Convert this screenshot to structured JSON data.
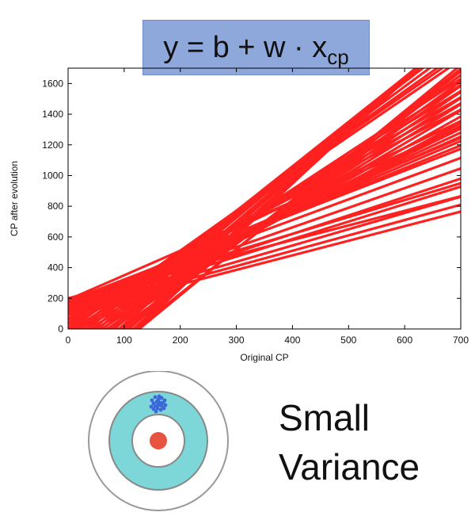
{
  "formula": {
    "main": "y = b + w · x",
    "subscript": "cp"
  },
  "chart_data": {
    "type": "line",
    "xlabel": "Original CP",
    "ylabel": "CP after evolution",
    "xlim": [
      0,
      700
    ],
    "ylim": [
      0,
      1700
    ],
    "x_ticks": [
      0,
      100,
      200,
      300,
      400,
      500,
      600,
      700
    ],
    "y_ticks": [
      0,
      200,
      400,
      600,
      800,
      1000,
      1200,
      1400,
      1600
    ],
    "line_color": "#ff2020",
    "grid": false,
    "series": [
      {
        "b": 5,
        "w": 2.5
      },
      {
        "b": 0,
        "w": 2.55
      },
      {
        "b": -10,
        "w": 2.6
      },
      {
        "b": -40,
        "w": 2.7
      },
      {
        "b": -70,
        "w": 2.8
      },
      {
        "b": -100,
        "w": 2.9
      },
      {
        "b": -130,
        "w": 2.95
      },
      {
        "b": -160,
        "w": 3.0
      },
      {
        "b": -190,
        "w": 3.05
      },
      {
        "b": -230,
        "w": 3.1
      },
      {
        "b": -260,
        "w": 3.15
      },
      {
        "b": -290,
        "w": 3.2
      },
      {
        "b": -330,
        "w": 3.25
      },
      {
        "b": -360,
        "w": 3.3
      },
      {
        "b": -390,
        "w": 3.35
      },
      {
        "b": -420,
        "w": 3.42
      },
      {
        "b": -300,
        "w": 2.85
      },
      {
        "b": -270,
        "w": 2.75
      },
      {
        "b": -240,
        "w": 2.65
      },
      {
        "b": -200,
        "w": 2.55
      },
      {
        "b": -170,
        "w": 2.45
      },
      {
        "b": -140,
        "w": 2.35
      },
      {
        "b": -110,
        "w": 2.25
      },
      {
        "b": -80,
        "w": 2.15
      },
      {
        "b": -50,
        "w": 2.05
      },
      {
        "b": -20,
        "w": 1.95
      },
      {
        "b": 30,
        "w": 1.85
      },
      {
        "b": 60,
        "w": 1.78
      },
      {
        "b": 90,
        "w": 1.7
      },
      {
        "b": 120,
        "w": 1.62
      },
      {
        "b": 140,
        "w": 1.55
      },
      {
        "b": 160,
        "w": 1.48
      },
      {
        "b": 180,
        "w": 1.42
      },
      {
        "b": 170,
        "w": 1.35
      },
      {
        "b": 150,
        "w": 1.28
      },
      {
        "b": 140,
        "w": 1.2
      },
      {
        "b": 130,
        "w": 1.14
      },
      {
        "b": 120,
        "w": 1.06
      },
      {
        "b": 110,
        "w": 1.0
      },
      {
        "b": 100,
        "w": 0.95
      },
      {
        "b": 180,
        "w": 1.1
      },
      {
        "b": 200,
        "w": 0.95
      },
      {
        "b": 160,
        "w": 1.55
      },
      {
        "b": 190,
        "w": 1.6
      },
      {
        "b": 130,
        "w": 1.75
      },
      {
        "b": 100,
        "w": 1.9
      },
      {
        "b": 70,
        "w": 2.0
      },
      {
        "b": 40,
        "w": 2.1
      },
      {
        "b": 10,
        "w": 2.2
      },
      {
        "b": -20,
        "w": 2.3
      },
      {
        "b": -50,
        "w": 2.4
      },
      {
        "b": -350,
        "w": 2.9
      },
      {
        "b": -380,
        "w": 3.0
      }
    ]
  },
  "legend_text": {
    "line1": "Small",
    "line2": "Variance"
  },
  "target": {
    "ring_outer_color": "#ffffff",
    "ring_teal_color": "#7dd6d8",
    "bullseye_color": "#e8533f",
    "dot_color": "#3b67d8"
  }
}
